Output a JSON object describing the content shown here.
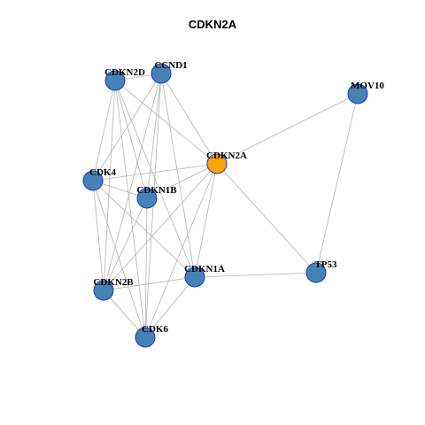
{
  "graph": {
    "title": "CDKN2A",
    "colors": {
      "node_fill": "#4682B4",
      "node_stroke": "#1F35C8",
      "focus_fill": "#FFA500",
      "edge": "#B3B3B3"
    },
    "nodes": [
      {
        "id": "CDKN2D",
        "label": "CDKN2D",
        "focus": false
      },
      {
        "id": "CCND1",
        "label": "CCND1",
        "focus": false
      },
      {
        "id": "MOV10",
        "label": "MOV10",
        "focus": false
      },
      {
        "id": "CDKN2A",
        "label": "CDKN2A",
        "focus": true
      },
      {
        "id": "CDK4",
        "label": "CDK4",
        "focus": false
      },
      {
        "id": "CDKN1B",
        "label": "CDKN1B",
        "focus": false
      },
      {
        "id": "CDKN1A",
        "label": "CDKN1A",
        "focus": false
      },
      {
        "id": "TP53",
        "label": "TP53",
        "focus": false
      },
      {
        "id": "CDKN2B",
        "label": "CDKN2B",
        "focus": false
      },
      {
        "id": "CDK6",
        "label": "CDK6",
        "focus": false
      }
    ],
    "edges": [
      [
        "CDKN2D",
        "CCND1"
      ],
      [
        "CDKN2D",
        "CDKN2A"
      ],
      [
        "CDKN2D",
        "CDK4"
      ],
      [
        "CDKN2D",
        "CDKN1B"
      ],
      [
        "CDKN2D",
        "CDKN1A"
      ],
      [
        "CDKN2D",
        "CDKN2B"
      ],
      [
        "CDKN2D",
        "CDK6"
      ],
      [
        "CCND1",
        "CDKN2A"
      ],
      [
        "CCND1",
        "CDK4"
      ],
      [
        "CCND1",
        "CDKN1B"
      ],
      [
        "CCND1",
        "CDKN1A"
      ],
      [
        "CCND1",
        "CDKN2B"
      ],
      [
        "CCND1",
        "CDK6"
      ],
      [
        "MOV10",
        "CDKN2A"
      ],
      [
        "MOV10",
        "TP53"
      ],
      [
        "CDKN2A",
        "CDK4"
      ],
      [
        "CDKN2A",
        "CDKN1B"
      ],
      [
        "CDKN2A",
        "CDKN1A"
      ],
      [
        "CDKN2A",
        "TP53"
      ],
      [
        "CDKN2A",
        "CDKN2B"
      ],
      [
        "CDKN2A",
        "CDK6"
      ],
      [
        "CDK4",
        "CDKN1B"
      ],
      [
        "CDK4",
        "CDKN1A"
      ],
      [
        "CDK4",
        "CDKN2B"
      ],
      [
        "CDK4",
        "CDK6"
      ],
      [
        "CDKN1B",
        "CDKN2B"
      ],
      [
        "CDKN1B",
        "CDK6"
      ],
      [
        "CDKN1A",
        "TP53"
      ],
      [
        "CDKN1A",
        "CDKN2B"
      ],
      [
        "CDKN1A",
        "CDK6"
      ],
      [
        "CDKN2B",
        "CDK6"
      ]
    ]
  }
}
